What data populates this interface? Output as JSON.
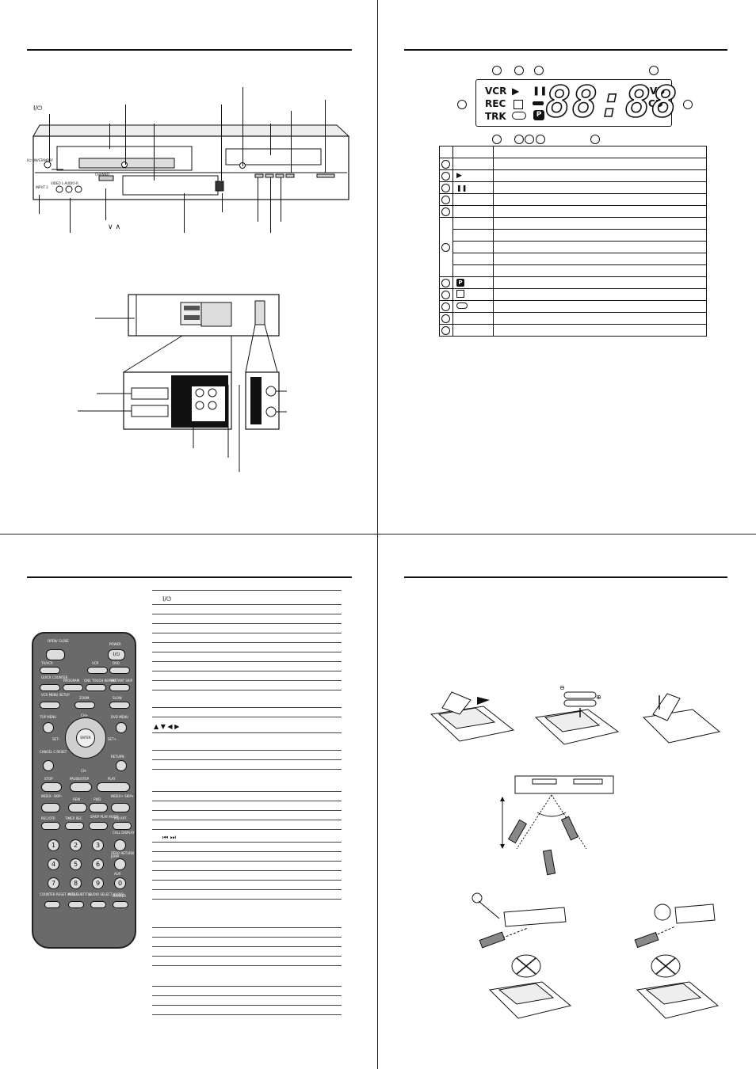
{
  "page_grid": {
    "top_left": {
      "name": "front-and-rear-panel"
    },
    "top_right": {
      "name": "display-panel"
    },
    "bottom_left": {
      "name": "remote-control"
    },
    "bottom_right": {
      "name": "battery-and-operation"
    }
  },
  "front_panel": {
    "power_symbol": "I/⏻",
    "power_label": "I/⏻ ON/STANDBY",
    "input_label": "INPUT 2",
    "video_audio_label": "VIDEO L-AUDIO-R",
    "channel_arrows": "∨ ∧",
    "ch_label": "CHANNEL"
  },
  "display": {
    "labels": {
      "vcr": "VCR",
      "rec": "REC",
      "trk": "TRK",
      "dvd": "DVD",
      "cd": "CD",
      "play": "▶",
      "pause": "❚❚",
      "digits": "88:88",
      "p_icon": "P"
    },
    "legend_rows": [
      {
        "symbol": ""
      },
      {
        "symbol": "▶"
      },
      {
        "symbol": "❚❚"
      },
      {
        "symbol": ""
      },
      {
        "symbol": ""
      },
      {
        "symbol": ""
      },
      {
        "symbol": ""
      },
      {
        "symbol": ""
      },
      {
        "symbol": ""
      },
      {
        "symbol": "P"
      },
      {
        "symbol": ""
      },
      {
        "symbol": ""
      },
      {
        "symbol": ""
      },
      {
        "symbol": ""
      }
    ]
  },
  "remote": {
    "open_close": "OPEN/ CLOSE",
    "power": "POWER",
    "power_symbol": "I/⏻",
    "tv_vcr": "TV/VCR",
    "vcr": "VCR",
    "dvd": "DVD",
    "quick_counter": "QUICK COUNTER",
    "program": "PROGRAM",
    "one_touch_repeat": "ONE TOUCH REPEAT",
    "instant_skip": "INSTANT SKIP",
    "vcr_menu_setup": "VCR MENU SETUP",
    "zoom": "ZOOM",
    "slow": "SLOW",
    "top_menu": "TOP MENU",
    "ch_plus": "CH+",
    "dvd_menu": "DVD MENU",
    "set_minus": "SET–",
    "enter": "ENTER",
    "set_plus": "SET+",
    "cancel": "CANCEL C.RESET",
    "return": "RETURN",
    "ch_minus": "CH–",
    "stop": "STOP",
    "pause_step": "PAUSE/STEP",
    "play": "PLAY",
    "index_skip_minus": "INDEX– SKIP–",
    "rew": "REW",
    "fwd": "FWD",
    "index_skip_plus": "INDEX+ SKIP+",
    "rec_otr": "REC/OTR",
    "timer_rec": "TIMER REC",
    "sp_ep": "SP/EP PLAY MODE",
    "a_b_rpt": "A-B RPT",
    "call_display": "CALL DISPLAY",
    "digits": [
      "1",
      "2",
      "3",
      "4",
      "5",
      "6",
      "7",
      "8",
      "9",
      "0"
    ],
    "zero_return": "ZERO RETURN JUMP",
    "aux": "AUX",
    "counter_reset": "COUNTER RESET ANGLE",
    "atr_subtitle": "A.TR SUBTITLE",
    "audio_select": "AUDIO SELECT AUDIO",
    "marker": "MARKER",
    "arrows_line": "▲  ▼  ◀  ▶",
    "skip_line": "⏮  ⏭",
    "power_line": "I/⏻"
  },
  "battery_section": {
    "polarity_minus": "⊖",
    "polarity_plus": "⊕"
  }
}
